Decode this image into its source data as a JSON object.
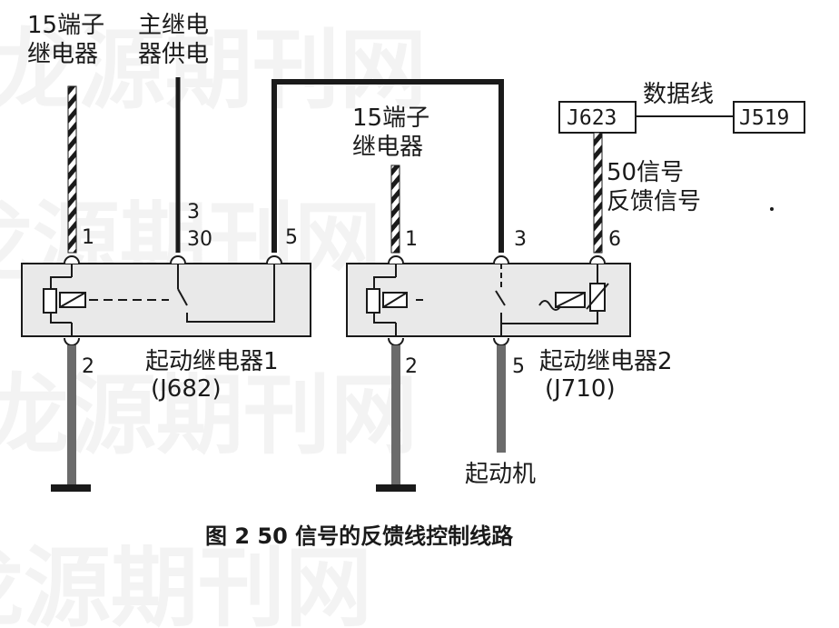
{
  "labels": {
    "top_left_term15": [
      "15端子",
      "继电器"
    ],
    "main_relay_supply": [
      "主继电",
      "器供电"
    ],
    "mid_term15": [
      "15端子",
      "继电器"
    ],
    "data_line": "数据线",
    "signal50": [
      "50信号",
      "反馈信号"
    ],
    "starter": "起动机"
  },
  "modules": {
    "j623": "J623",
    "j519": "J519"
  },
  "relay1": {
    "name": "起动继电器1",
    "code": "(J682)",
    "pins": {
      "p1": "1",
      "p3": "3",
      "p30": "30",
      "p5": "5",
      "p2": "2"
    }
  },
  "relay2": {
    "name": "起动继电器2",
    "code": "(J710)",
    "pins": {
      "p1": "1",
      "p3": "3",
      "p6": "6",
      "p2": "2",
      "p5": "5"
    }
  },
  "caption": "图 2   50 信号的反馈线控制线路",
  "watermark": "龙源期刊网",
  "colors": {
    "relay_fill": "#e9e9e9",
    "wire": "#1a1a1a",
    "ground_wire": "#6b6b6b"
  }
}
